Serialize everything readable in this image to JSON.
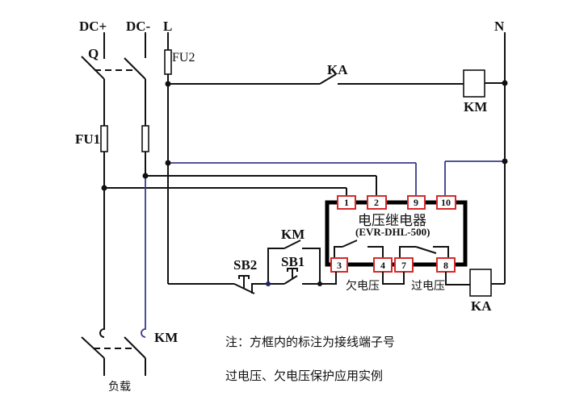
{
  "diagram": {
    "title": "过电压、欠电压保护应用实例",
    "note": "注：方框内的标注为接线端子号",
    "supply_labels": {
      "dc_plus": "DC+",
      "dc_minus": "DC-",
      "line": "L",
      "neutral": "N"
    },
    "components": {
      "breaker": "Q",
      "fuse_dc": "FU1",
      "fuse_line": "FU2",
      "relay_contact_top": "KA",
      "contactor_coil": "KM",
      "contactor_hold_contact": "KM",
      "stop_button": "SB2",
      "start_button": "SB1",
      "relay_coil": "KA",
      "main_contact": "KM",
      "load": "负载"
    },
    "relay": {
      "name": "电压继电器",
      "model": "(EVR-DHL-500)",
      "terminals_top": [
        "1",
        "2",
        "9",
        "10"
      ],
      "terminals_bottom": [
        "3",
        "4",
        "7",
        "8"
      ],
      "undervoltage_label": "欠电压",
      "overvoltage_label": "过电压"
    }
  }
}
